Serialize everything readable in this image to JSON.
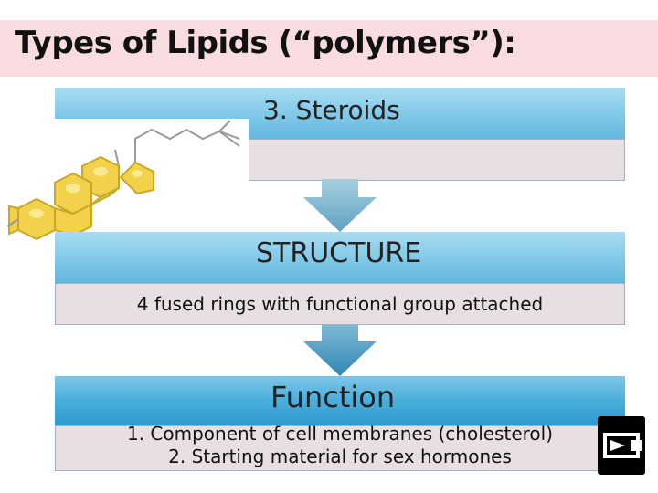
{
  "slide": {
    "title": "Types of Lipids (“polymers”):"
  },
  "section_1": {
    "heading": "3. Steroids",
    "body": ""
  },
  "section_2": {
    "heading": "STRUCTURE",
    "body": "4 fused rings with functional group attached"
  },
  "section_3": {
    "heading": "Function",
    "line_1": "1. Component of cell membranes (cholesterol)",
    "line_2": "2. Starting material for sex hormones"
  },
  "icons": {
    "molecule": "steroid-molecule-icon",
    "corner": "return-icon"
  },
  "colors": {
    "title_bg": "#f9dcdf",
    "band_light": "#7fc8e8",
    "band_dark": "#2b98cc",
    "box_bg": "#e8dfe2",
    "ring_fill": "#f2d24a"
  }
}
